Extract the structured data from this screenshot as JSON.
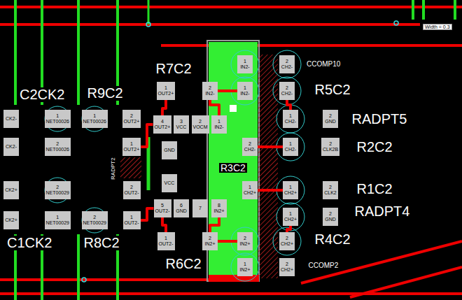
{
  "diagram": {
    "nodes": [
      {
        "text": [
          "CK2-"
        ]
      },
      {
        "text": [
          "1",
          "NET00026"
        ]
      },
      {
        "text": [
          "1",
          "NET00026"
        ]
      },
      {
        "text": [
          "2",
          "OUT2+"
        ]
      },
      {
        "text": [
          "CK2-"
        ]
      },
      {
        "text": [
          "2",
          "NET00026"
        ]
      },
      {
        "text": [
          "1",
          "OUT2+"
        ]
      },
      {
        "text": [
          "CK2+"
        ]
      },
      {
        "text": [
          "2",
          "NET00029"
        ]
      },
      {
        "text": [
          "2",
          "OUT2-"
        ]
      },
      {
        "text": [
          "CK2+"
        ]
      },
      {
        "text": [
          "1",
          "NET00029"
        ]
      },
      {
        "text": [
          "2",
          "NET00029"
        ]
      },
      {
        "text": [
          "1",
          "OUT2-"
        ]
      },
      {
        "text": [
          "1",
          "OUT2+"
        ]
      },
      {
        "text": [
          "2",
          "IN2-"
        ]
      },
      {
        "text": [
          "4",
          "OUT2+"
        ]
      },
      {
        "text": [
          "3",
          "VCC"
        ]
      },
      {
        "text": [
          "2",
          "VOCM"
        ]
      },
      {
        "text": [
          "1",
          "IN2-"
        ]
      },
      {
        "text": [
          "5",
          "OUT2-"
        ]
      },
      {
        "text": [
          "6",
          "GND"
        ]
      },
      {
        "text": [
          "7"
        ]
      },
      {
        "text": [
          "8",
          "IN2+"
        ]
      },
      {
        "text": [
          "GND"
        ]
      },
      {
        "text": [
          "VCC"
        ]
      },
      {
        "text": [
          "1",
          "OUT2-"
        ]
      },
      {
        "text": [
          "2",
          "IN2+"
        ]
      },
      {
        "text": [
          "1",
          "IN2-"
        ]
      },
      {
        "text": [
          "1",
          "IN2-"
        ]
      },
      {
        "text": [
          "2",
          "CH2-"
        ]
      },
      {
        "text": [
          "1",
          "CH2+"
        ]
      },
      {
        "text": [
          "2",
          "IN2+"
        ]
      },
      {
        "text": [
          "1",
          "IN2+"
        ]
      },
      {
        "text": [
          "2",
          "CH2-"
        ]
      },
      {
        "text": [
          "2",
          "CH2-"
        ]
      },
      {
        "text": [
          "1",
          "CH2-"
        ]
      },
      {
        "text": [
          "2",
          "GND"
        ]
      },
      {
        "text": [
          "1",
          "CH2-"
        ]
      },
      {
        "text": [
          "2",
          "CLK2B"
        ]
      },
      {
        "text": [
          "1",
          "CH2+"
        ]
      },
      {
        "text": [
          "2",
          "CLK2"
        ]
      },
      {
        "text": [
          "1",
          "CH2+"
        ]
      },
      {
        "text": [
          "2",
          "GND"
        ]
      },
      {
        "text": [
          "2",
          "CH2+"
        ]
      },
      {
        "text": [
          "2",
          "CH2+"
        ]
      }
    ],
    "edges": [
      {
        "from": 16,
        "to": 14,
        "arrow": "none"
      },
      {
        "from": 19,
        "to": 15,
        "arrow": "none"
      },
      {
        "from": 15,
        "to": 29,
        "arrow": "none"
      },
      {
        "from": 20,
        "to": 26,
        "arrow": "none"
      },
      {
        "from": 23,
        "to": 27,
        "arrow": "none"
      },
      {
        "from": 27,
        "to": 32,
        "arrow": "none"
      },
      {
        "from": 30,
        "to": 38,
        "arrow": "none"
      },
      {
        "from": 31,
        "to": 40,
        "arrow": "none"
      },
      {
        "from": 6,
        "to": 16,
        "arrow": "none"
      },
      {
        "from": 13,
        "to": 20,
        "arrow": "none"
      },
      {
        "from": 35,
        "to": 36,
        "arrow": "none"
      },
      {
        "from": 42,
        "to": 44,
        "arrow": "none"
      }
    ],
    "labels": [
      "Width = 0.3",
      "CCOMP10",
      "R7C2",
      "C2CK2",
      "R9C2",
      "R5C2",
      "RADPT5",
      "R2C2",
      "R1C2",
      "RADPT4",
      "R4C2",
      "R6C2",
      "CCOMP2",
      "C1CK2",
      "R8C2",
      "R3C2",
      "RADPT2"
    ]
  }
}
